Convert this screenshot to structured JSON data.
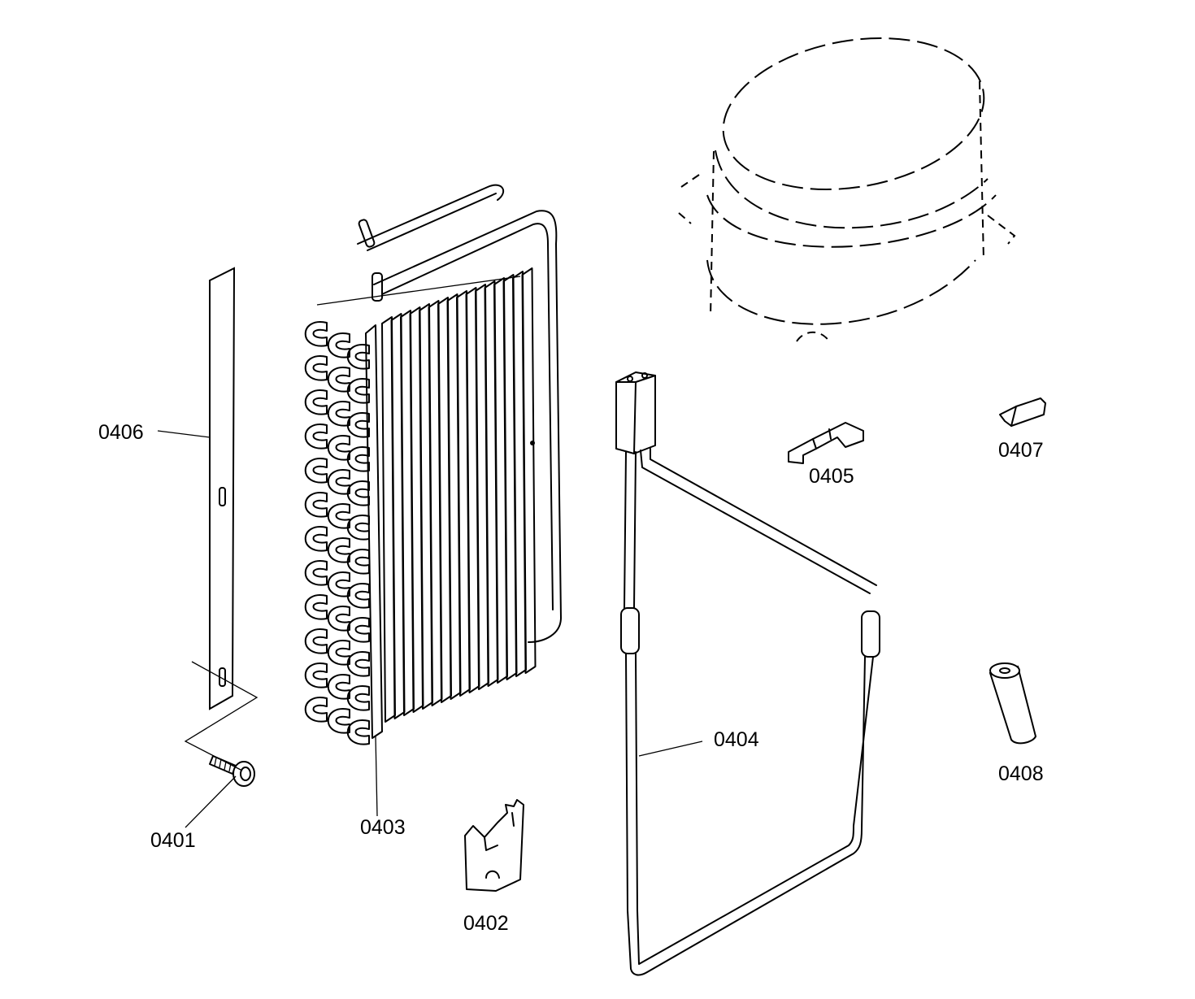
{
  "parts": [
    {
      "id": "0401",
      "label": "0401"
    },
    {
      "id": "0402",
      "label": "0402"
    },
    {
      "id": "0403",
      "label": "0403"
    },
    {
      "id": "0404",
      "label": "0404"
    },
    {
      "id": "0405",
      "label": "0405"
    },
    {
      "id": "0406",
      "label": "0406"
    },
    {
      "id": "0407",
      "label": "0407"
    },
    {
      "id": "0408",
      "label": "0408"
    }
  ],
  "colors": {
    "ink": "#000000",
    "paper": "#ffffff"
  }
}
